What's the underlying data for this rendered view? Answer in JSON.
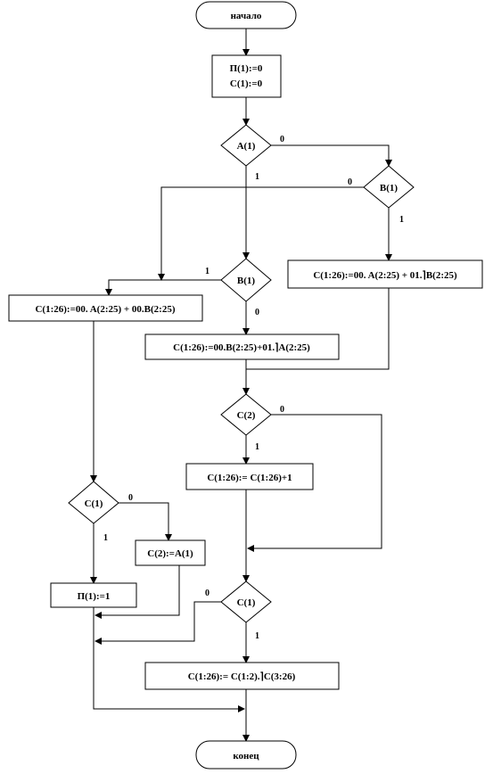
{
  "start": "начало",
  "end": "конец",
  "init_lines": [
    "П(1):=0",
    "С(1):=0"
  ],
  "decisions": {
    "a1": "A(1)",
    "b1_right": "B(1)",
    "b1_mid": "B(1)",
    "c2": "C(2)",
    "c1_left": "C(1)",
    "c1_bottom": "C(1)"
  },
  "processes": {
    "op_right": "C(1:26):=00.  A(2:25) + 01.⌉B(2:25)",
    "op_left": "C(1:26):=00.  A(2:25) + 00.B(2:25)",
    "op_mid": "C(1:26):=00.B(2:25)+01.⌉A(2:25)",
    "op_inc": "C(1:26):=  C(1:26)+1",
    "op_c2": "C(2):=A(1)",
    "op_p1": "П(1):=1",
    "op_final": "C(1:26):=  C(1:2).⌉C(3:26)"
  },
  "edge_labels": {
    "a1_no": "0",
    "a1_yes": "1",
    "b1r_no": "0",
    "b1r_yes": "1",
    "b1m_yes": "1",
    "b1m_no": "0",
    "c2_no": "0",
    "c2_yes": "1",
    "c1l_no": "0",
    "c1l_yes": "1",
    "c1b_no": "0",
    "c1b_yes": "1"
  }
}
